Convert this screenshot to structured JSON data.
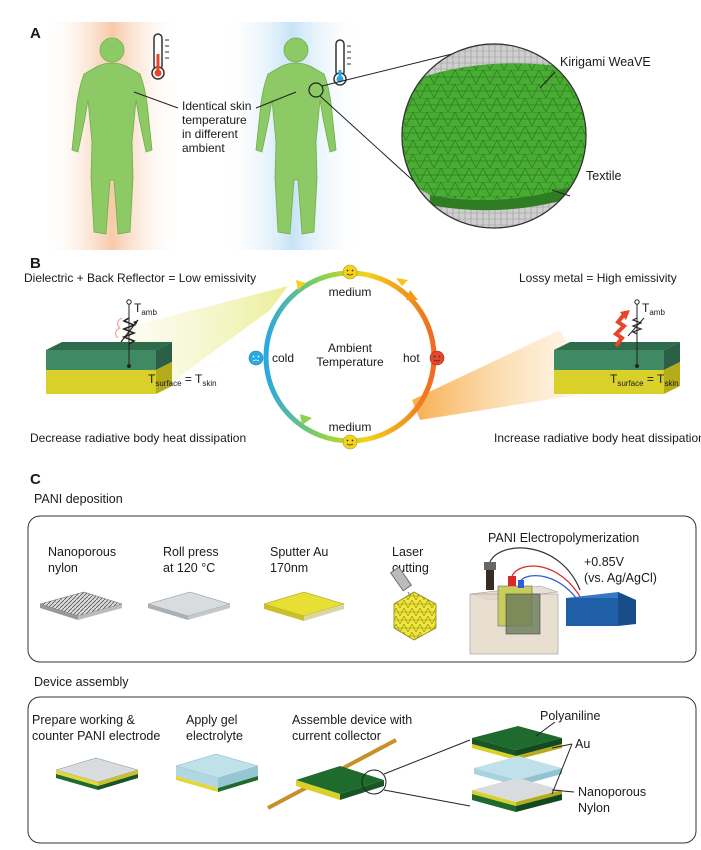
{
  "panels": {
    "a": "A",
    "b": "B",
    "c": "C"
  },
  "panel_a": {
    "callout_skin": [
      "Identical skin",
      "temperature",
      "in different",
      "ambient"
    ],
    "kirigami": "Kirigami WeaVE",
    "textile": "Textile"
  },
  "panel_b": {
    "left_title": "Dielectric + Back Reflector = Low emissivity",
    "right_title": "Lossy metal = High emissivity",
    "cycle_center": [
      "Ambient",
      "Temperature"
    ],
    "medium_top": "medium",
    "medium_bottom": "medium",
    "cold": "cold",
    "hot": "hot",
    "t_amb": "T",
    "t_amb_sub": "amb",
    "t_surface": "T",
    "t_surface_sub": "surface",
    "t_skin_eq": " = T",
    "t_skin_sub": "skin",
    "left_caption": "Decrease radiative body heat dissipation",
    "right_caption": "Increase radiative body heat dissipation"
  },
  "panel_c": {
    "section1": "PANI deposition",
    "step1": [
      "Nanoporous",
      "nylon"
    ],
    "step2": [
      "Roll press",
      "at 120 °C"
    ],
    "step3": [
      "Sputter Au",
      "170nm"
    ],
    "step4": [
      "Laser",
      "cutting"
    ],
    "step5_title": "PANI Electropolymerization",
    "step5_voltage": [
      "+0.85V",
      "(vs. Ag/AgCl)"
    ],
    "section2": "Device assembly",
    "assy1": [
      "Prepare working &",
      "counter PANI electrode"
    ],
    "assy2": [
      "Apply gel",
      "electrolyte"
    ],
    "assy3": [
      "Assemble device with",
      "current collector"
    ],
    "layer_pani": "Polyaniline",
    "layer_au": "Au",
    "layer_nylon": [
      "Nanoporous",
      "Nylon"
    ]
  },
  "colors": {
    "body_green": "#8dc965",
    "weave_green": "#4caf3a",
    "pani_green": "#1f6b2e",
    "gold": "#d9d02a",
    "cold_blue": "#2aa8e0",
    "hot_red": "#e8452a"
  }
}
